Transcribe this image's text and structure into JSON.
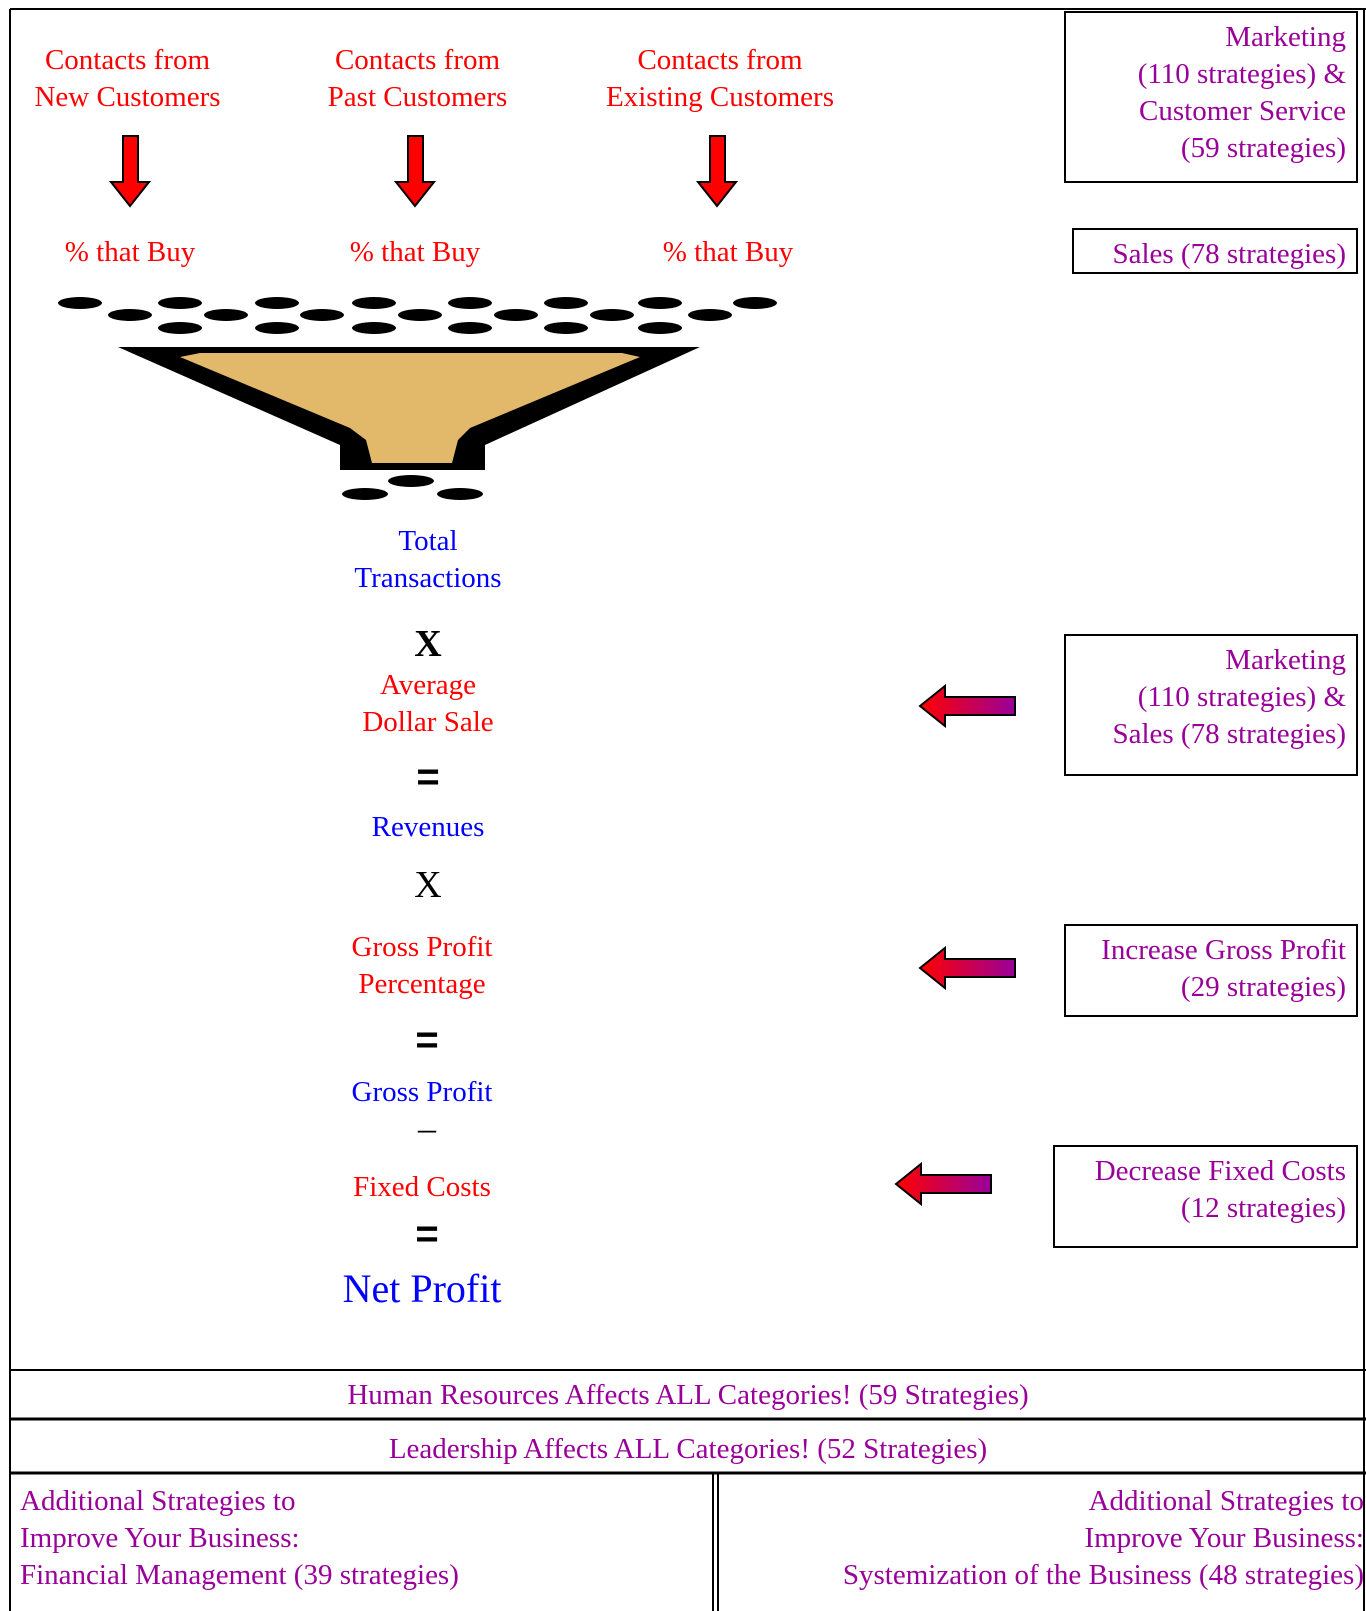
{
  "top_sources": [
    {
      "line1": "Contacts from",
      "line2": "New Customers"
    },
    {
      "line1": "Contacts from",
      "line2": "Past Customers"
    },
    {
      "line1": "Contacts from",
      "line2": "Existing Customers"
    }
  ],
  "pct_buy": [
    "% that Buy",
    "% that Buy",
    "% that Buy"
  ],
  "formula": {
    "total_1": "Total",
    "total_2": "Transactions",
    "times_1": "X",
    "avg_1": "Average",
    "avg_2": "Dollar Sale",
    "equals_1": "=",
    "revenues": "Revenues",
    "times_2": "X",
    "gp_pct_1": "Gross Profit",
    "gp_pct_2": "Percentage",
    "equals_2": "=",
    "gross_profit": "Gross Profit",
    "minus": "–",
    "fixed_costs": "Fixed Costs",
    "equals_3": "=",
    "net_profit": "Net Profit"
  },
  "boxes": {
    "marketing_cs": [
      "Marketing",
      "(110 strategies) &",
      "Customer Service",
      "(59 strategies)"
    ],
    "sales": "Sales (78 strategies)",
    "marketing_sales": [
      "Marketing",
      "(110 strategies) &",
      "Sales (78 strategies)"
    ],
    "gross_profit": [
      "Increase Gross Profit",
      "(29 strategies)"
    ],
    "fixed_costs": [
      "Decrease Fixed Costs",
      "(12 strategies)"
    ]
  },
  "bars": {
    "hr": "Human Resources Affects ALL Categories!  (59 Strategies)",
    "leadership": "Leadership Affects ALL Categories!   (52 Strategies)"
  },
  "additional": {
    "left": [
      "Additional Strategies to",
      "Improve Your Business:",
      "Financial Management (39 strategies)"
    ],
    "right": [
      "Additional Strategies to",
      "Improve Your Business:",
      "Systemization of the Business  (48 strategies)"
    ]
  },
  "colors": {
    "red": "#ff0000",
    "blue": "#0000ff",
    "purple": "#990099",
    "funnel_fill": "#e2b86b"
  },
  "icons": [
    "down-arrow-icon",
    "left-arrow-icon",
    "funnel-icon",
    "ellipse-dot-icon"
  ]
}
